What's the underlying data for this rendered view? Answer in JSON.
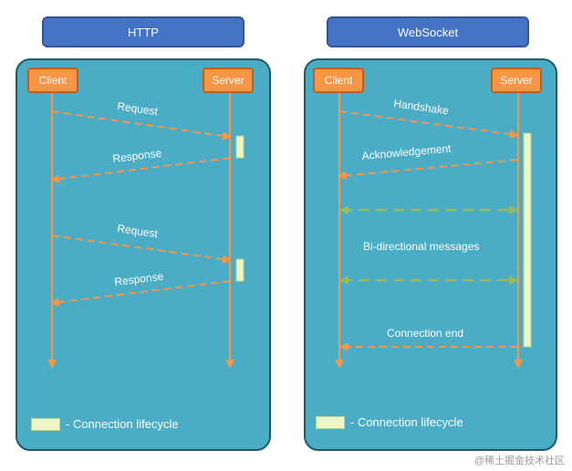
{
  "http": {
    "title": "HTTP",
    "client": "Client",
    "server": "Server",
    "messages": [
      "Request",
      "Response",
      "Request",
      "Response"
    ],
    "legend": "- Connection lifecycle"
  },
  "websocket": {
    "title": "WebSocket",
    "client": "Client",
    "server": "Server",
    "messages": [
      "Handshake",
      "Acknowledgement",
      "Bi-directional messages",
      "Connection end"
    ],
    "legend": "- Connection lifecycle"
  },
  "watermark": "@稀土掘金技术社区",
  "colors": {
    "title_box": "#4472c4",
    "panel": "#4bacc6",
    "actor": "#f79646",
    "lifeline": "#f79646",
    "message_arrow": "#f79646",
    "bidirectional_arrow": "#9bbb59",
    "lifecycle_bar": "#ebf5c8"
  }
}
